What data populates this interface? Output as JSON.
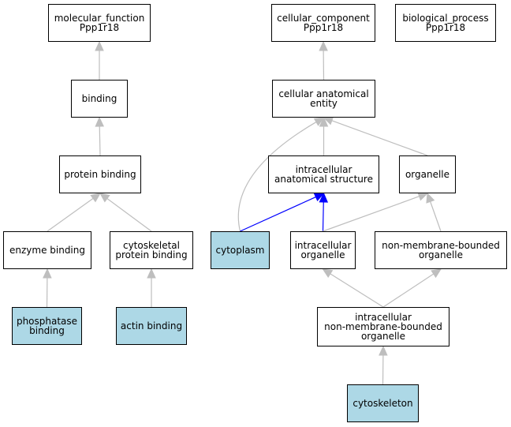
{
  "colors": {
    "edge_default": "#bebebe",
    "edge_highlight": "#0000ff",
    "node_fill": "#ffffff",
    "node_highlight": "#add8e6",
    "border": "#000000"
  },
  "nodes": {
    "molecular_function": {
      "lines": [
        "molecular_function",
        "Ppp1r18"
      ],
      "highlighted": false
    },
    "binding": {
      "lines": [
        "binding"
      ],
      "highlighted": false
    },
    "protein_binding": {
      "lines": [
        "protein binding"
      ],
      "highlighted": false
    },
    "enzyme_binding": {
      "lines": [
        "enzyme binding"
      ],
      "highlighted": false
    },
    "cytoskeletal_protein_binding": {
      "lines": [
        "cytoskeletal",
        "protein binding"
      ],
      "highlighted": false
    },
    "phosphatase_binding": {
      "lines": [
        "phosphatase",
        "binding"
      ],
      "highlighted": true
    },
    "actin_binding": {
      "lines": [
        "actin binding"
      ],
      "highlighted": true
    },
    "cellular_component": {
      "lines": [
        "cellular_component",
        "Ppp1r18"
      ],
      "highlighted": false
    },
    "biological_process": {
      "lines": [
        "biological_process",
        "Ppp1r18"
      ],
      "highlighted": false
    },
    "cellular_anatomical_entity": {
      "lines": [
        "cellular anatomical",
        "entity"
      ],
      "highlighted": false
    },
    "intracellular_anatomical_structure": {
      "lines": [
        "intracellular",
        "anatomical structure"
      ],
      "highlighted": false
    },
    "organelle": {
      "lines": [
        "organelle"
      ],
      "highlighted": false
    },
    "cytoplasm": {
      "lines": [
        "cytoplasm"
      ],
      "highlighted": true
    },
    "intracellular_organelle": {
      "lines": [
        "intracellular",
        "organelle"
      ],
      "highlighted": false
    },
    "non_membrane_bounded_organelle": {
      "lines": [
        "non-membrane-bounded",
        "organelle"
      ],
      "highlighted": false
    },
    "intracellular_non_membrane_bounded_organelle": {
      "lines": [
        "intracellular",
        "non-membrane-bounded",
        "organelle"
      ],
      "highlighted": false
    },
    "cytoskeleton": {
      "lines": [
        "cytoskeleton"
      ],
      "highlighted": true
    }
  },
  "edges": [
    {
      "from": "binding",
      "to": "molecular_function",
      "highlight": false
    },
    {
      "from": "protein_binding",
      "to": "binding",
      "highlight": false
    },
    {
      "from": "enzyme_binding",
      "to": "protein_binding",
      "highlight": false
    },
    {
      "from": "cytoskeletal_protein_binding",
      "to": "protein_binding",
      "highlight": false
    },
    {
      "from": "phosphatase_binding",
      "to": "enzyme_binding",
      "highlight": false
    },
    {
      "from": "actin_binding",
      "to": "cytoskeletal_protein_binding",
      "highlight": false
    },
    {
      "from": "cellular_anatomical_entity",
      "to": "cellular_component",
      "highlight": false
    },
    {
      "from": "cytoplasm",
      "to": "cellular_anatomical_entity",
      "highlight": false
    },
    {
      "from": "intracellular_anatomical_structure",
      "to": "cellular_anatomical_entity",
      "highlight": false
    },
    {
      "from": "organelle",
      "to": "cellular_anatomical_entity",
      "highlight": false
    },
    {
      "from": "cytoplasm",
      "to": "intracellular_anatomical_structure",
      "highlight": true
    },
    {
      "from": "intracellular_organelle",
      "to": "intracellular_anatomical_structure",
      "highlight": true
    },
    {
      "from": "intracellular_organelle",
      "to": "organelle",
      "highlight": false
    },
    {
      "from": "non_membrane_bounded_organelle",
      "to": "organelle",
      "highlight": false
    },
    {
      "from": "intracellular_non_membrane_bounded_organelle",
      "to": "intracellular_organelle",
      "highlight": false
    },
    {
      "from": "intracellular_non_membrane_bounded_organelle",
      "to": "non_membrane_bounded_organelle",
      "highlight": false
    },
    {
      "from": "cytoskeleton",
      "to": "intracellular_non_membrane_bounded_organelle",
      "highlight": false
    }
  ]
}
